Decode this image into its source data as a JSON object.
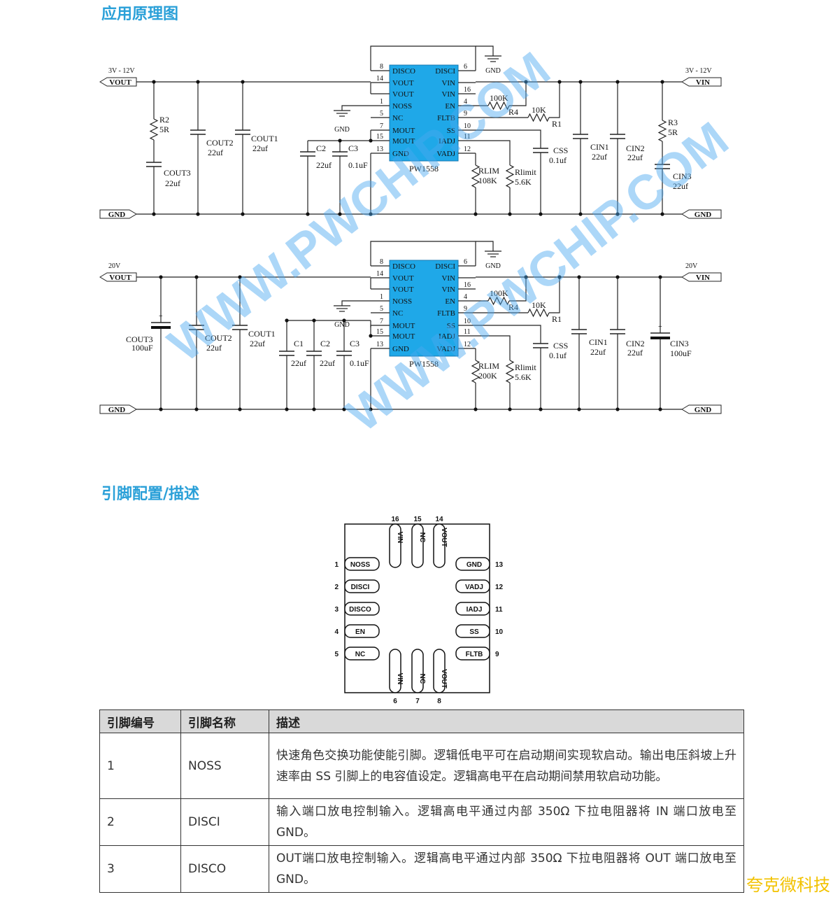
{
  "sections": {
    "schematic_title": "应用原理图",
    "pinout_title": "引脚配置/描述"
  },
  "watermark": {
    "line1": "WWW.PWCHIP.COM",
    "line2": "WWW.PWCHIP.COM"
  },
  "ic": {
    "name": "PW1558",
    "left_pins": [
      {
        "num": "8",
        "name": "DISCO"
      },
      {
        "num": "14",
        "name": "VOUT"
      },
      {
        "num": "",
        "name": "VOUT"
      },
      {
        "num": "1",
        "name": "NOSS"
      },
      {
        "num": "5",
        "name": "NC"
      },
      {
        "num": "7",
        "name": "MOUT"
      },
      {
        "num": "15",
        "name": "MOUT"
      },
      {
        "num": "13",
        "name": "GND"
      }
    ],
    "right_pins": [
      {
        "num": "6",
        "name": "DISCI"
      },
      {
        "num": "",
        "name": "VIN"
      },
      {
        "num": "16",
        "name": "VIN"
      },
      {
        "num": "4",
        "name": "EN"
      },
      {
        "num": "9",
        "name": "FLTB"
      },
      {
        "num": "10",
        "name": "SS"
      },
      {
        "num": "11",
        "name": "IADJ"
      },
      {
        "num": "12",
        "name": "VADJ"
      }
    ]
  },
  "schematic1": {
    "vout_label": "3V - 12V",
    "vin_label": "3V - 12V",
    "vout_port": "VOUT",
    "vin_port": "VIN",
    "gnd_left": "GND",
    "gnd_right": "GND",
    "gnd_top": "GND",
    "gnd_mid": "GND",
    "r2": [
      "R2",
      "5R"
    ],
    "cout3": [
      "COUT3",
      "22uf"
    ],
    "cout2": [
      "COUT2",
      "22uf"
    ],
    "cout1": [
      "COUT1",
      "22uf"
    ],
    "c2": [
      "C2",
      "22uf"
    ],
    "c3": [
      "C3",
      "0.1uF"
    ],
    "r4": [
      "100K",
      "R4"
    ],
    "r1": [
      "10K",
      "R1"
    ],
    "css": [
      "CSS",
      "0.1uf"
    ],
    "rlim": [
      "RLIM",
      "108K"
    ],
    "rlimit": [
      "Rlimit",
      "5.6K"
    ],
    "cin1": [
      "CIN1",
      "22uf"
    ],
    "cin2": [
      "CIN2",
      "22uf"
    ],
    "r3": [
      "R3",
      "5R"
    ],
    "cin3": [
      "CIN3",
      "22uf"
    ]
  },
  "schematic2": {
    "vout_label": "20V",
    "vin_label": "20V",
    "vout_port": "VOUT",
    "vin_port": "VIN",
    "gnd_left": "GND",
    "gnd_right": "GND",
    "gnd_top": "GND",
    "gnd_mid": "GND",
    "cout3": [
      "COUT3",
      "100uF"
    ],
    "cout2": [
      "COUT2",
      "22uf"
    ],
    "cout1": [
      "COUT1",
      "22uf"
    ],
    "c1": [
      "C1",
      "22uf"
    ],
    "c2": [
      "C2",
      "22uf"
    ],
    "c3": [
      "C3",
      "0.1uF"
    ],
    "r4": [
      "100K",
      "R4"
    ],
    "r1": [
      "10K",
      "R1"
    ],
    "css": [
      "CSS",
      "0.1uf"
    ],
    "rlim": [
      "RLIM",
      "200K"
    ],
    "rlimit": [
      "Rlimit",
      "5.6K"
    ],
    "cin1": [
      "CIN1",
      "22uf"
    ],
    "cin2": [
      "CIN2",
      "22uf"
    ],
    "cin3": [
      "CIN3",
      "100uF"
    ]
  },
  "package": {
    "top_nums": [
      "16",
      "15",
      "14"
    ],
    "top_names": [
      "VIN",
      "NC",
      "VOUT"
    ],
    "bottom_nums": [
      "6",
      "7",
      "8"
    ],
    "bottom_names": [
      "VIN",
      "NC",
      "VOUT"
    ],
    "left": [
      {
        "num": "1",
        "name": "NOSS"
      },
      {
        "num": "2",
        "name": "DISCI"
      },
      {
        "num": "3",
        "name": "DISCO"
      },
      {
        "num": "4",
        "name": "EN"
      },
      {
        "num": "5",
        "name": "NC"
      }
    ],
    "right": [
      {
        "num": "13",
        "name": "GND"
      },
      {
        "num": "12",
        "name": "VADJ"
      },
      {
        "num": "11",
        "name": "IADJ"
      },
      {
        "num": "10",
        "name": "SS"
      },
      {
        "num": "9",
        "name": "FLTB"
      }
    ]
  },
  "pin_table": {
    "headers": [
      "引脚编号",
      "引脚名称",
      "描述"
    ],
    "rows": [
      {
        "num": "1",
        "name": "NOSS",
        "desc": "快速角色交换功能使能引脚。逻辑低电平可在启动期间实现软启动。输出电压斜坡上升速率由 SS 引脚上的电容值设定。逻辑高电平在启动期间禁用软启动功能。"
      },
      {
        "num": "2",
        "name": "DISCI",
        "desc": "输入端口放电控制输入。逻辑高电平通过内部 350Ω 下拉电阻器将 IN 端口放电至 GND。"
      },
      {
        "num": "3",
        "name": "DISCO",
        "desc": "OUT端口放电控制输入。逻辑高电平通过内部 350Ω 下拉电阻器将 OUT 端口放电至 GND。"
      }
    ]
  },
  "corner_text": "夸克微科技"
}
